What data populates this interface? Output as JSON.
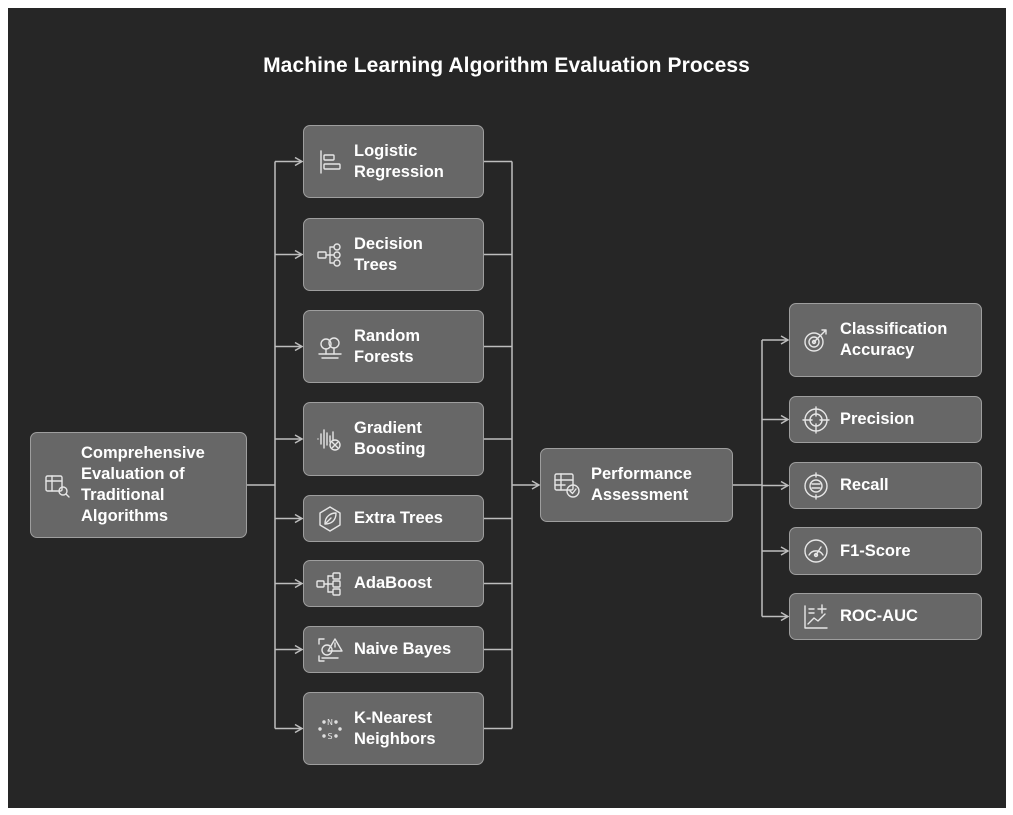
{
  "diagram": {
    "title": "Machine Learning Algorithm Evaluation Process",
    "colors": {
      "background": "#262626",
      "node_fill": "#676767",
      "node_border": "#9e9e9e",
      "connector": "#bdbdbd",
      "text": "#ffffff"
    },
    "root": {
      "lines": [
        "Comprehensive",
        "Evaluation of",
        "Traditional",
        "Algorithms"
      ],
      "icon": "table-search-icon"
    },
    "algorithms": [
      {
        "lines": [
          "Logistic",
          "Regression"
        ],
        "icon": "bar-align-icon"
      },
      {
        "lines": [
          "Decision",
          "Trees"
        ],
        "icon": "tree-branches-icon"
      },
      {
        "lines": [
          "Random",
          "Forests"
        ],
        "icon": "forest-icon"
      },
      {
        "lines": [
          "Gradient",
          "Boosting"
        ],
        "icon": "waveform-cancel-icon"
      },
      {
        "lines": [
          "Extra Trees"
        ],
        "icon": "leaf-hexagon-icon"
      },
      {
        "lines": [
          "AdaBoost"
        ],
        "icon": "flow-network-icon"
      },
      {
        "lines": [
          "Naive Bayes"
        ],
        "icon": "warning-scan-icon"
      },
      {
        "lines": [
          "K-Nearest",
          "Neighbors"
        ],
        "icon": "compass-dots-icon"
      }
    ],
    "assessment": {
      "lines": [
        "Performance",
        "Assessment"
      ],
      "icon": "table-check-icon"
    },
    "metrics": [
      {
        "lines": [
          "Classification",
          "Accuracy"
        ],
        "icon": "target-arrow-icon"
      },
      {
        "lines": [
          "Precision"
        ],
        "icon": "crosshair-icon"
      },
      {
        "lines": [
          "Recall"
        ],
        "icon": "recall-target-icon"
      },
      {
        "lines": [
          "F1-Score"
        ],
        "icon": "gauge-icon"
      },
      {
        "lines": [
          "ROC-AUC"
        ],
        "icon": "chart-plus-icon"
      }
    ]
  }
}
